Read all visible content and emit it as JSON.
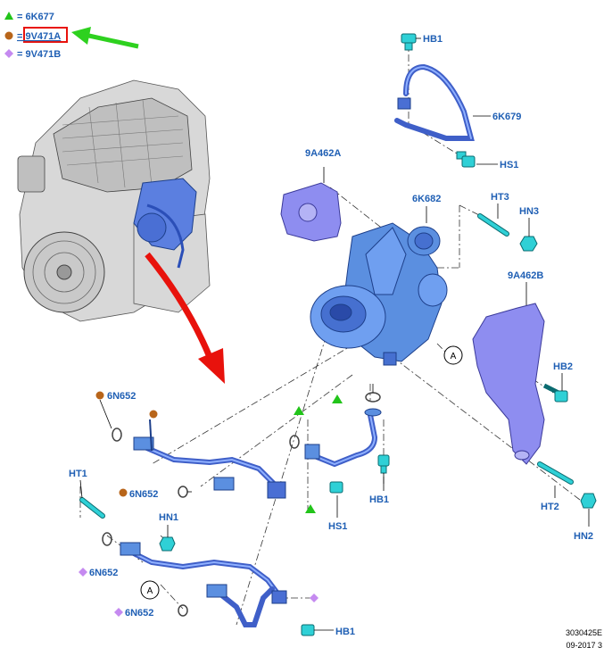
{
  "legend": {
    "items": [
      {
        "symbol": "triangle",
        "color": "#22c41a",
        "text": "= 6K677"
      },
      {
        "symbol": "circle",
        "color": "#b8651a",
        "text": "= 9V471A",
        "highlighted": true
      },
      {
        "symbol": "diamond",
        "color": "#c58af0",
        "text": "= 9V471B"
      }
    ]
  },
  "labels": {
    "hb1_top": "HB1",
    "p6k679": "6K679",
    "hs1_top": "HS1",
    "p9a462a": "9A462A",
    "p6k682": "6K682",
    "ht3": "HT3",
    "hn3": "HN3",
    "p9a462b": "9A462B",
    "hb2": "HB2",
    "ht2": "HT2",
    "hn2": "HN2",
    "a_right": "A",
    "a_left": "A",
    "p6n652_top": "6N652",
    "p6n652_mid": "6N652",
    "ht1": "HT1",
    "hn1": "HN1",
    "p6n652_lower": "6N652",
    "p6n652_bottom": "6N652",
    "hb1_mid": "HB1",
    "hs1_mid": "HS1",
    "hb1_bottom": "HB1"
  },
  "footer": {
    "code": "3030425E",
    "date": "09-2017 3"
  },
  "colors": {
    "label": "#1f5fb4",
    "green_arrow": "#2ed11f",
    "red_arrow": "#e8120c",
    "highlight_box": "#e8120c"
  }
}
